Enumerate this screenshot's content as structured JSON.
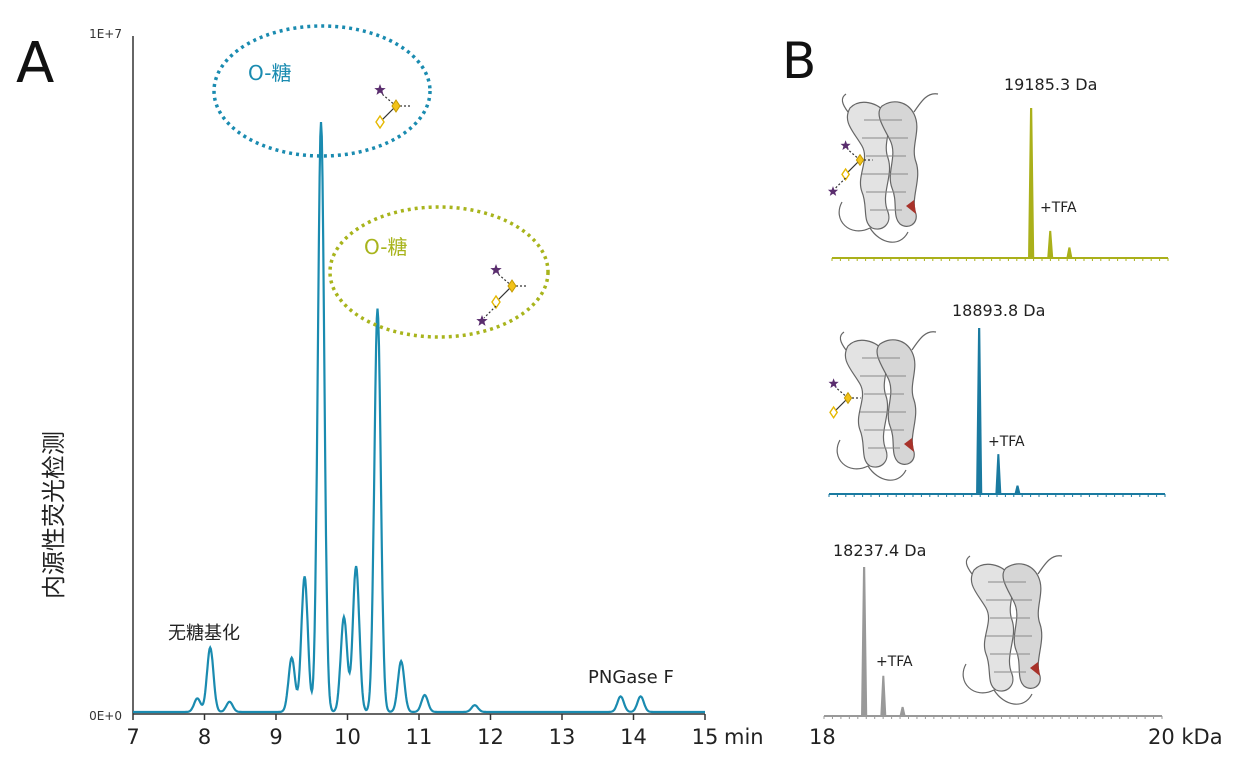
{
  "panel_a": {
    "label": "A",
    "ylabel": "内源性荧光检测",
    "ytick_top": "1E+7",
    "ytick_bottom": "0E+0",
    "x_unit": "min",
    "ellipse1_label": "O-糖",
    "ellipse2_label": "O-糖",
    "annotation_left": "无糖基化",
    "annotation_right": "PNGase F",
    "colors": {
      "trace": "#1a8bb0",
      "ellipse1": "#1a8bb0",
      "ellipse2": "#a8b41c",
      "axis": "#333333"
    }
  },
  "panel_b": {
    "label": "B",
    "x_start": "18",
    "x_end": "20 kDa",
    "spectra": [
      {
        "peak_label": "19185.3 Da",
        "tfa_label": "+TFA",
        "color": "#aab01a",
        "glycans": "two-sialic"
      },
      {
        "peak_label": "18893.8 Da",
        "tfa_label": "+TFA",
        "color": "#1a7aa0",
        "glycans": "one-sialic"
      },
      {
        "peak_label": "18237.4 Da",
        "tfa_label": "+TFA",
        "color": "#999999",
        "glycans": "none"
      }
    ]
  },
  "chart_data": [
    {
      "type": "line",
      "title": "",
      "xlabel": "min",
      "ylabel": "内源性荧光检测",
      "xlim": [
        7,
        15
      ],
      "ylim": [
        0,
        10000000
      ],
      "x_ticks": [
        7,
        8,
        9,
        10,
        11,
        12,
        13,
        14,
        15
      ],
      "y_ticks": [
        "0E+0",
        "1E+7"
      ],
      "peaks": [
        {
          "x": 7.9,
          "y": 200000
        },
        {
          "x": 8.08,
          "y": 950000
        },
        {
          "x": 8.35,
          "y": 150000
        },
        {
          "x": 9.22,
          "y": 800000
        },
        {
          "x": 9.4,
          "y": 2000000
        },
        {
          "x": 9.63,
          "y": 8700000
        },
        {
          "x": 9.95,
          "y": 1400000
        },
        {
          "x": 10.12,
          "y": 2150000
        },
        {
          "x": 10.42,
          "y": 5950000
        },
        {
          "x": 10.75,
          "y": 750000
        },
        {
          "x": 11.08,
          "y": 250000
        },
        {
          "x": 11.78,
          "y": 100000
        },
        {
          "x": 13.82,
          "y": 230000
        },
        {
          "x": 14.1,
          "y": 230000
        }
      ]
    },
    {
      "type": "line",
      "title": "",
      "xlabel": "kDa",
      "xlim": [
        18,
        20
      ],
      "series": [
        {
          "name": "19185.3 Da",
          "peaks": [
            {
              "x": 19.1853,
              "y": 1.0
            },
            {
              "x": 19.299,
              "y": 0.18
            },
            {
              "x": 19.413,
              "y": 0.07
            }
          ]
        },
        {
          "name": "18893.8 Da",
          "peaks": [
            {
              "x": 18.8938,
              "y": 1.0
            },
            {
              "x": 19.008,
              "y": 0.24
            },
            {
              "x": 19.122,
              "y": 0.05
            }
          ]
        },
        {
          "name": "18237.4 Da",
          "peaks": [
            {
              "x": 18.2374,
              "y": 1.0
            },
            {
              "x": 18.351,
              "y": 0.27
            },
            {
              "x": 18.465,
              "y": 0.06
            }
          ]
        }
      ]
    }
  ]
}
